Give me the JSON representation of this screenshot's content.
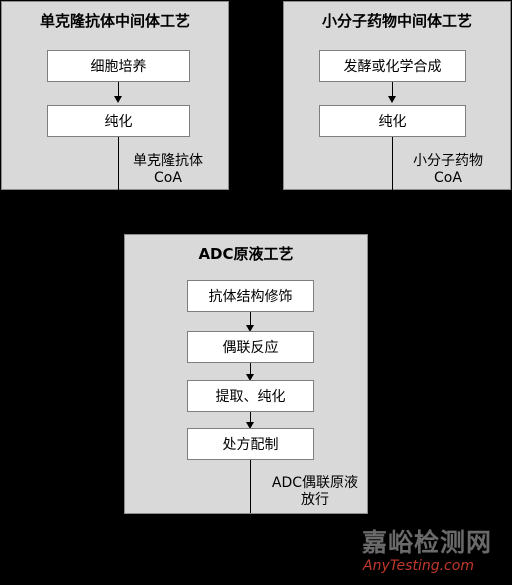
{
  "panels": {
    "antibody": {
      "title": "单克隆抗体中间体工艺",
      "steps": [
        "细胞培养",
        "纯化"
      ],
      "output_line1": "单克隆抗体",
      "output_line2": "CoA"
    },
    "small_molecule": {
      "title": "小分子药物中间体工艺",
      "steps": [
        "发酵或化学合成",
        "纯化"
      ],
      "output_line1": "小分子药物",
      "output_line2": "CoA"
    },
    "adc": {
      "title": "ADC原液工艺",
      "steps": [
        "抗体结构修饰",
        "偶联反应",
        "提取、纯化",
        "处方配制"
      ],
      "output_line1": "ADC偶联原液",
      "output_line2": "放行"
    }
  },
  "watermark": {
    "cn": "嘉峪检测网",
    "en": "AnyTesting.com"
  },
  "colors": {
    "background": "#000000",
    "panel": "#d9d9d9",
    "step_box": "#ffffff",
    "watermark_en": "#c0392b"
  }
}
